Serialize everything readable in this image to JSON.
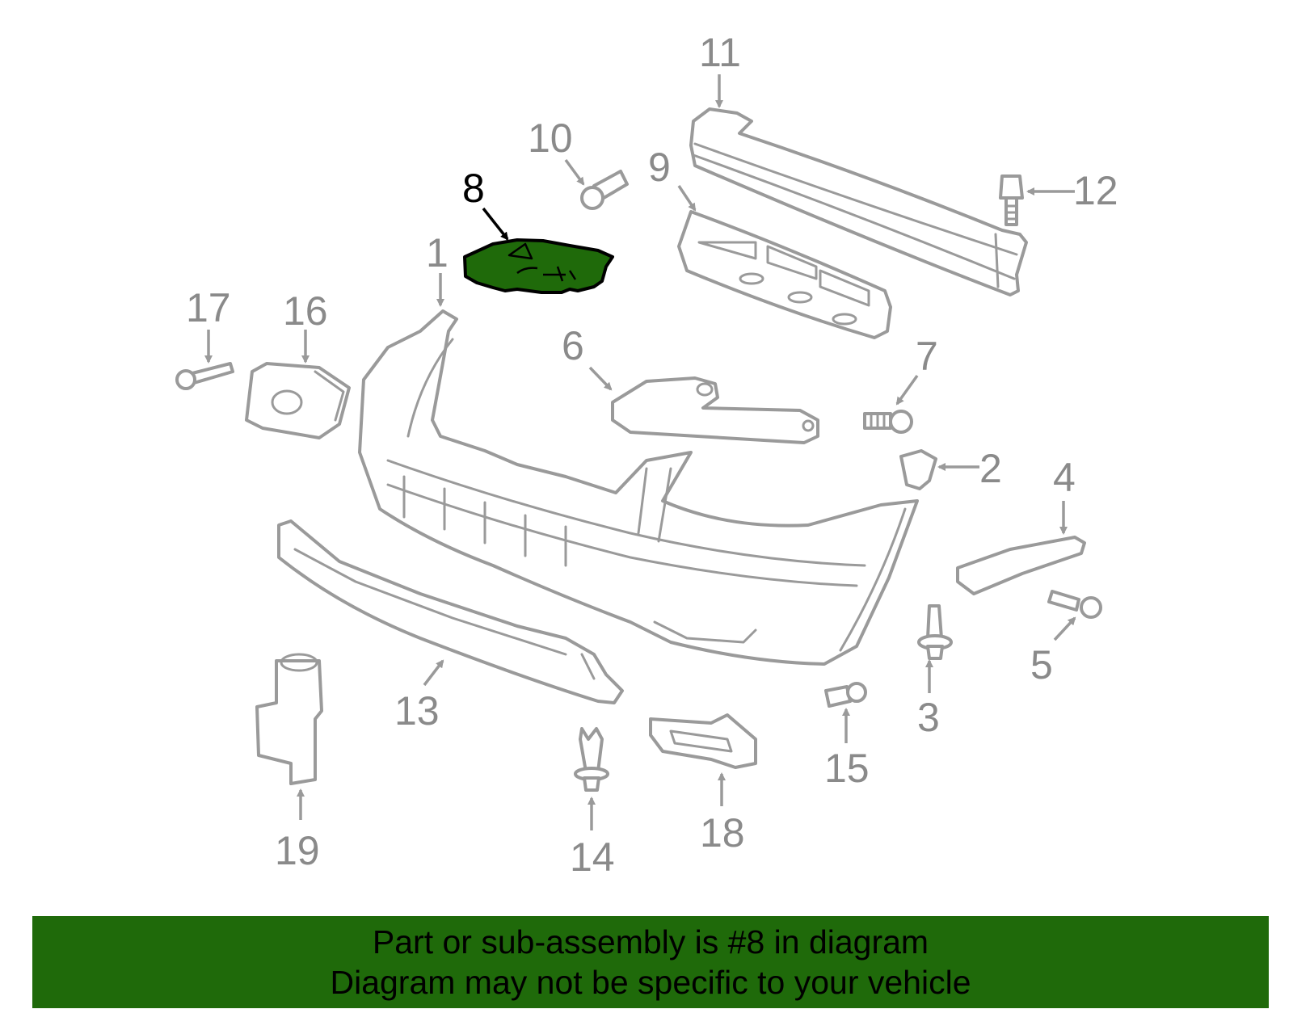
{
  "diagram": {
    "highlighted_part": "8",
    "colors": {
      "highlight": "#1f6a0a",
      "parts_outline": "#9a9a9a",
      "banner": "#1f6a0a"
    },
    "callouts": [
      {
        "id": "1",
        "label": "1"
      },
      {
        "id": "2",
        "label": "2"
      },
      {
        "id": "3",
        "label": "3"
      },
      {
        "id": "4",
        "label": "4"
      },
      {
        "id": "5",
        "label": "5"
      },
      {
        "id": "6",
        "label": "6"
      },
      {
        "id": "7",
        "label": "7"
      },
      {
        "id": "8",
        "label": "8"
      },
      {
        "id": "9",
        "label": "9"
      },
      {
        "id": "10",
        "label": "10"
      },
      {
        "id": "11",
        "label": "11"
      },
      {
        "id": "12",
        "label": "12"
      },
      {
        "id": "13",
        "label": "13"
      },
      {
        "id": "14",
        "label": "14"
      },
      {
        "id": "15",
        "label": "15"
      },
      {
        "id": "16",
        "label": "16"
      },
      {
        "id": "17",
        "label": "17"
      },
      {
        "id": "18",
        "label": "18"
      },
      {
        "id": "19",
        "label": "19"
      }
    ]
  },
  "banner": {
    "line1": "Part or sub-assembly is #8 in diagram",
    "line2": "Diagram may not be specific to your vehicle"
  }
}
